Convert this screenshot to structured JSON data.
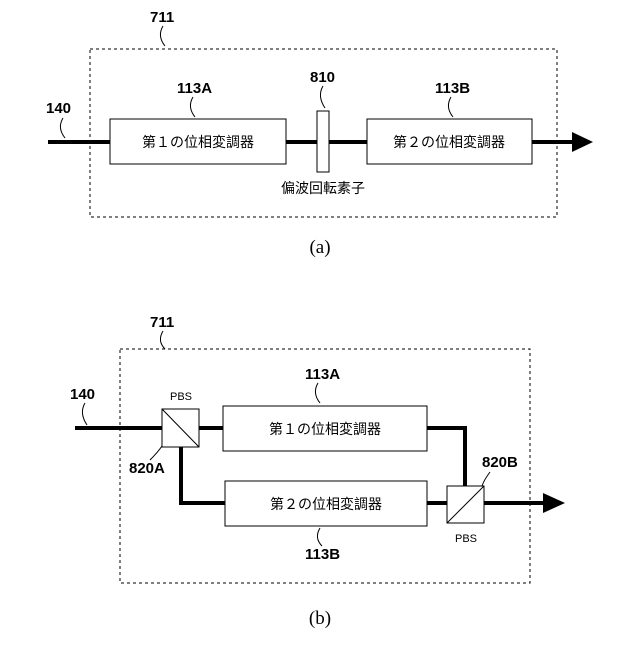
{
  "diagram_a": {
    "caption": "(a)",
    "unit_label": "711",
    "input_label": "140",
    "modulator_1": {
      "ref": "113A",
      "text": "第１の位相変調器"
    },
    "rotator": {
      "ref": "810",
      "text": "偏波回転素子"
    },
    "modulator_2": {
      "ref": "113B",
      "text": "第２の位相変調器"
    }
  },
  "diagram_b": {
    "caption": "(b)",
    "unit_label": "711",
    "input_label": "140",
    "pbs_in": {
      "ref": "820A",
      "text": "PBS"
    },
    "modulator_1": {
      "ref": "113A",
      "text": "第１の位相変調器"
    },
    "modulator_2": {
      "ref": "113B",
      "text": "第２の位相変調器"
    },
    "pbs_out": {
      "ref": "820B",
      "text": "PBS"
    }
  }
}
